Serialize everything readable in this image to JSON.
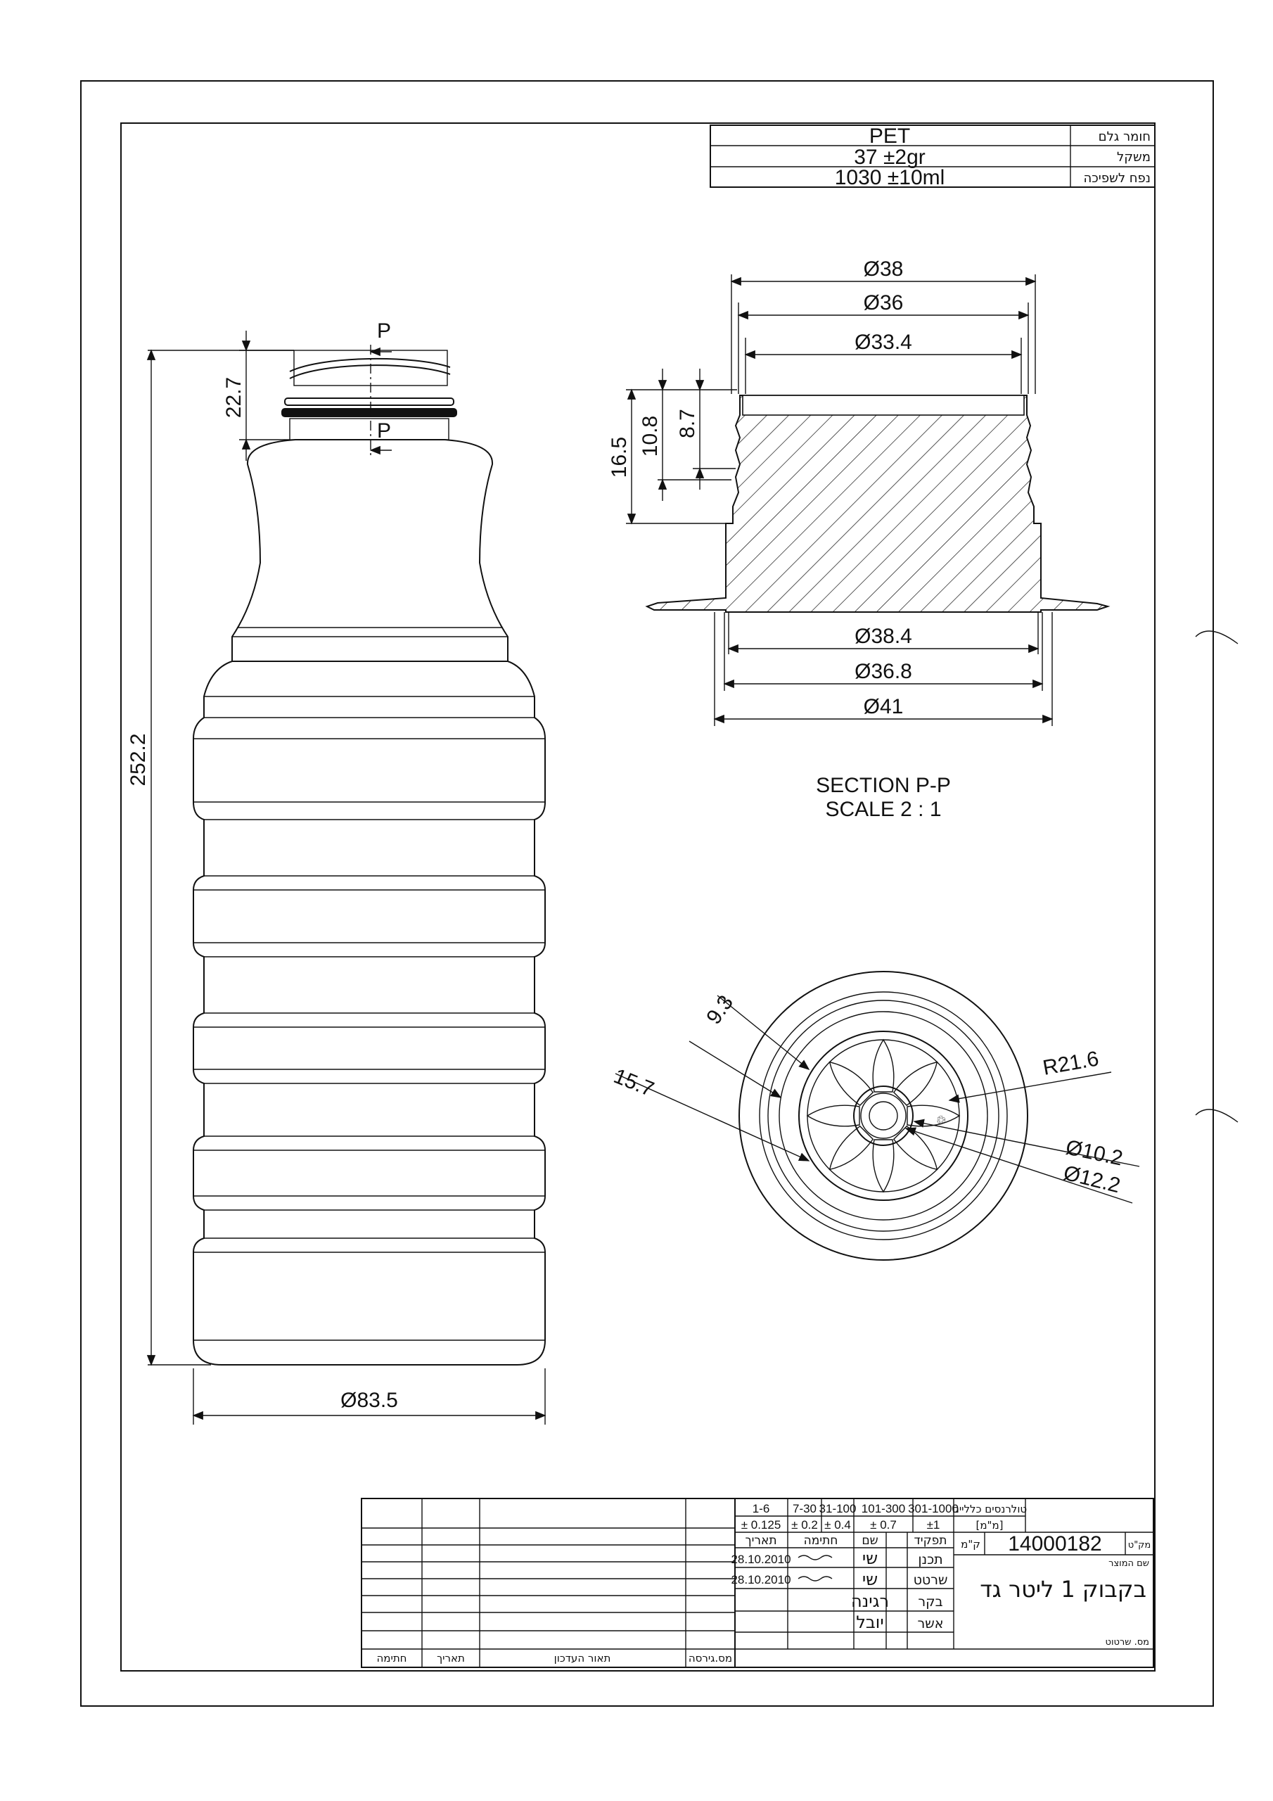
{
  "properties": {
    "material_label": "חומר גלם",
    "material_value": "PET",
    "weight_label": "משקל",
    "weight_value": "37 ±2gr",
    "volume_label": "נפח לשפיכה",
    "volume_value": "1030 ±10ml"
  },
  "bottle_dims": {
    "neck_height": "22.7",
    "total_height": "252.2",
    "base_diameter": "Ø83.5",
    "section_mark": "P"
  },
  "section_dims": {
    "d38": "Ø38",
    "d36": "Ø36",
    "d33_4": "Ø33.4",
    "h16_5": "16.5",
    "h10_8": "10.8",
    "h8_7": "8.7",
    "d38_4": "Ø38.4",
    "d36_8": "Ø36.8",
    "d41": "Ø41"
  },
  "section_title": [
    "SECTION P-P",
    "SCALE 2 : 1"
  ],
  "bottom_dims": {
    "d9_3": "9.3",
    "d15_7": "15.7",
    "r21_6": "R21.6",
    "d10_2": "Ø10.2",
    "d12_2": "Ø12.2"
  },
  "title_block": {
    "tol_label": "טולרנסים כלליים",
    "tol_unit": "[מ\"מ]",
    "tol_ranges": [
      "1-6",
      "7-30",
      "31-100",
      "101-300",
      "301-1000"
    ],
    "tol_values": [
      "± 0.125",
      "± 0.2",
      "± 0.4",
      "± 0.7",
      "±1"
    ],
    "part_no_label": "מק\"ט",
    "km_label": "ק\"מ",
    "part_no": "14000182",
    "product_label": "שם המוצר",
    "product_name": "בקבוק 1 ליטר גד",
    "drawing_no_label": "מס. שרטוט",
    "hdr_role": "תפקיד",
    "hdr_name": "שם",
    "hdr_sign": "חתימה",
    "hdr_date": "תאריך",
    "roles": [
      "תכנן",
      "שרטט",
      "בקר",
      "אשר"
    ],
    "names": [
      "שי",
      "שי",
      "רגינה",
      "יובל"
    ],
    "dates": [
      "28.10.2010",
      "28.10.2010"
    ],
    "rev_no": "מס.גירסה",
    "rev_desc": "תאור העדכון",
    "rev_date": "תאריך",
    "rev_sign": "חתימה"
  }
}
